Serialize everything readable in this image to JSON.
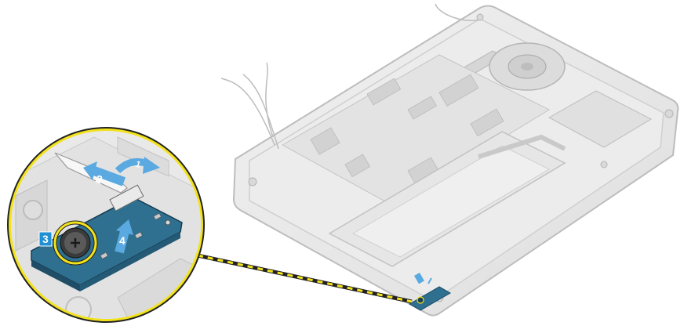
{
  "illustration": {
    "steps": [
      {
        "label": "1"
      },
      {
        "label": "2"
      },
      {
        "label": "3"
      },
      {
        "label": "4"
      }
    ],
    "colors": {
      "accent_yellow": "#f2e21c",
      "arrow_blue": "#5aa9e0",
      "step_box_blue": "#1f8fd6",
      "board_blue": "#2f6f8f",
      "chassis_gray": "#e8e8e8",
      "outline_gray": "#bdbdbd"
    }
  }
}
